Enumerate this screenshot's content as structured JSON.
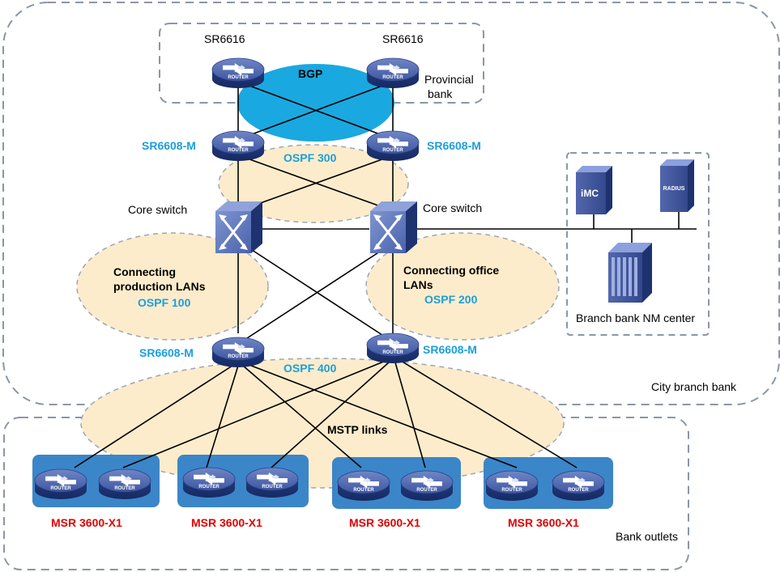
{
  "colors": {
    "blue_label": "#1a9fdc",
    "red_label": "#e00000",
    "bgp_fill": "#1aa8e0",
    "ospf_fill": "#fdeccb",
    "ospf_stroke": "#9aa6b8",
    "outlet_box": "#3b86c8",
    "dash": "#8a96a8"
  },
  "regions": {
    "provincial_bank": "Provincial\nbank",
    "city_branch_bank": "City branch bank",
    "bank_outlets": "Bank outlets"
  },
  "provincial": {
    "left_router": "SR6616",
    "right_router": "SR6616",
    "bgp": "BGP"
  },
  "aggregation": {
    "left_router": "SR6608-M",
    "right_router": "SR6608-M",
    "ospf": "OSPF 300"
  },
  "core": {
    "left_switch": "Core switch",
    "right_switch": "Core switch"
  },
  "lan_left": {
    "title": "Connecting\nproduction LANs",
    "ospf": "OSPF 100"
  },
  "lan_right": {
    "title": "Connecting office\nLANs",
    "ospf": "OSPF 200"
  },
  "access": {
    "left_router": "SR6608-M",
    "right_router": "SR6608-M",
    "ospf": "OSPF 400"
  },
  "mstp": "MSTP links",
  "nm_center": {
    "imc": "iMC",
    "radius": "RADIUS",
    "label": "Branch bank NM center"
  },
  "router_text": "ROUTER",
  "outlets": [
    {
      "label": "MSR 3600-X1"
    },
    {
      "label": "MSR 3600-X1"
    },
    {
      "label": "MSR 3600-X1"
    },
    {
      "label": "MSR 3600-X1"
    }
  ]
}
